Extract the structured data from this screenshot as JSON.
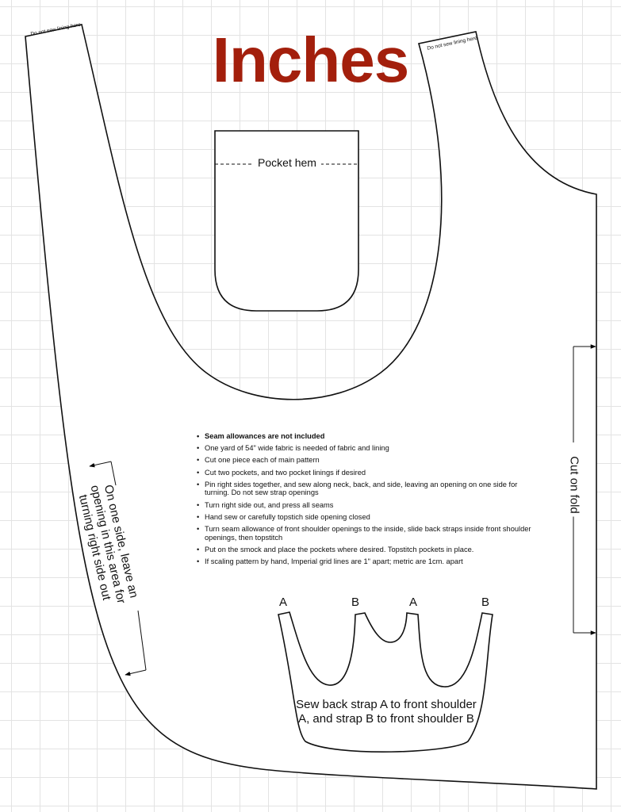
{
  "title": "Inches",
  "title_color": "#a31f0c",
  "corner_notes": {
    "left": "Do not sew lining here",
    "right": "Do not sew lining here"
  },
  "pocket": {
    "hem_label": "Pocket hem"
  },
  "instructions": [
    "Seam allowances are not included",
    "One yard of 54\" wide fabric is needed of fabric and lining",
    "Cut one piece each of main pattern",
    "Cut two pockets, and two pocket linings if desired",
    "Pin right sides together, and sew along neck, back, and side, leaving an opening on one side for turning. Do not sew strap openings",
    "Turn right side out, and press all seams",
    "Hand sew or carefully topstich side opening closed",
    "Turn seam allowance of front shoulder openings to the inside, slide back straps inside front shoulder openings, then topstitch",
    "Put on the smock and place the pockets where desired. Topstitch pockets in place.",
    "If scaling pattern by hand, Imperial grid lines are 1\" apart; metric are 1cm. apart"
  ],
  "strap_piece": {
    "labels": [
      "A",
      "B",
      "A",
      "B"
    ],
    "instruction": "Sew back strap A to front shoulder A, and strap B to front shoulder B"
  },
  "fold_label": "Cut on fold",
  "side_note": "On one side, leave an opening in this area for turning right side out"
}
